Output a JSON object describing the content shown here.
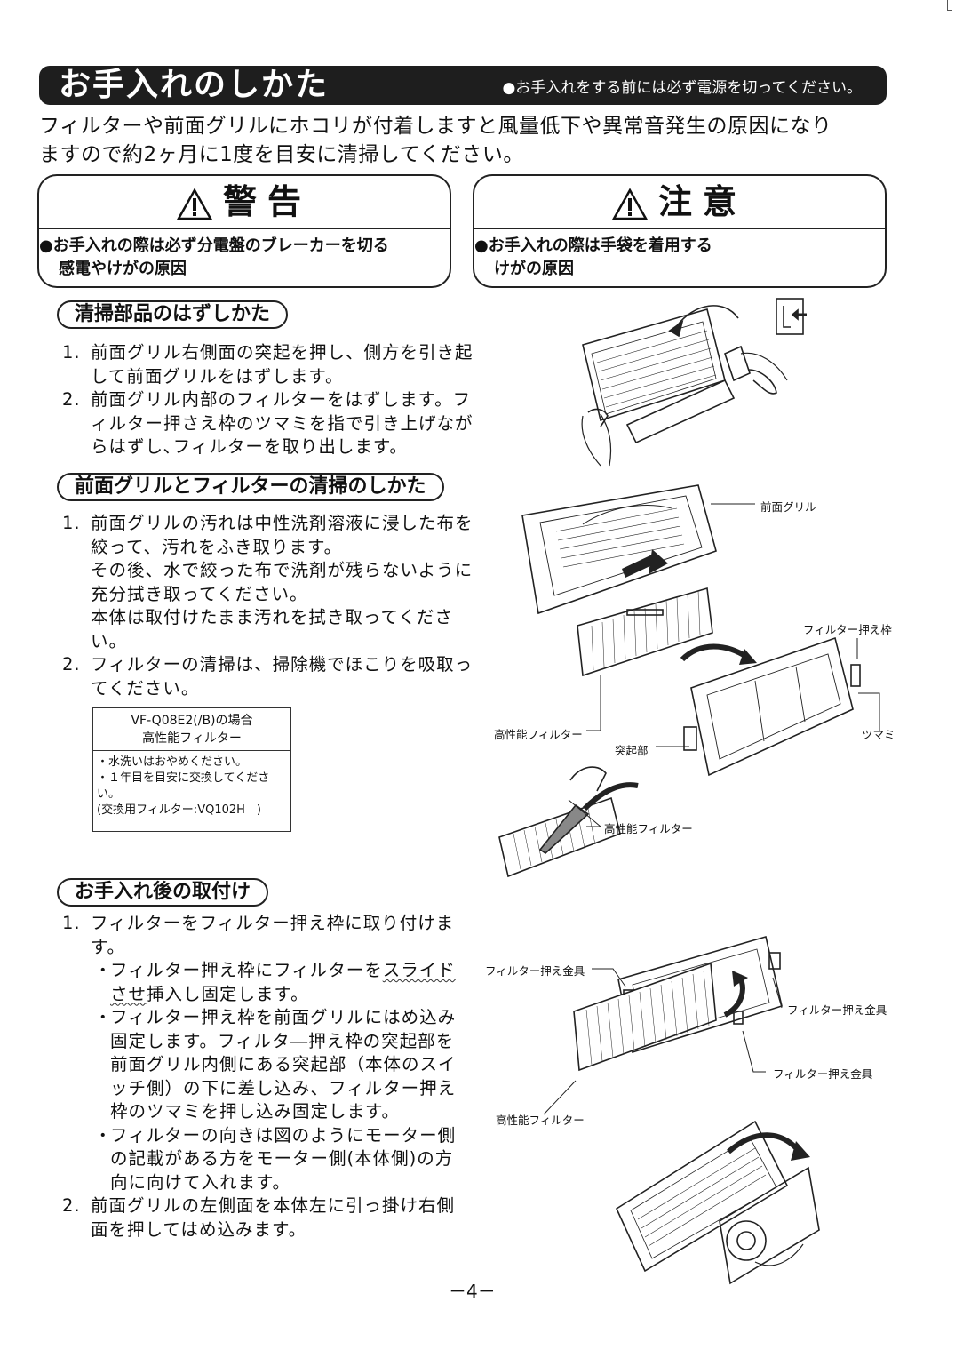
{
  "header": {
    "title": "お手入れのしかた",
    "note": "●お手入れをする前には必ず電源を切ってください。"
  },
  "intro": {
    "line1": "フィルターや前面グリルにホコリが付着しますと風量低下や異常音発生の原因になり",
    "line2": "ますので約2ヶ月に1度を目安に清掃してください。"
  },
  "warning": {
    "heading": "警告",
    "line1": "●お手入れの際は必ず分電盤のブレーカーを切る",
    "line2": "感電やけがの原因"
  },
  "caution": {
    "heading": "注意",
    "line1": "●お手入れの際は手袋を着用する",
    "line2": "けがの原因"
  },
  "removal": {
    "heading": "清掃部品のはずしかた",
    "steps": [
      {
        "num": "1.",
        "text": "前面グリル右側面の突起を押し、側方を引き起して前面グリルをはずします。"
      },
      {
        "num": "2.",
        "text": "前面グリル内部のフィルターをはずします。フィルター押さえ枠のツマミを指で引き上げながらはずし､フィルターを取り出します。"
      }
    ]
  },
  "cleaning": {
    "heading": "前面グリルとフィルターの清掃のしかた",
    "step1_num": "1.",
    "step1_lines": [
      "前面グリルの汚れは中性洗剤溶液に浸した布を絞って、汚れをふき取ります。",
      "その後、水で絞った布で洗剤が残らないように充分拭き取ってください。",
      "本体は取付けたまま汚れを拭き取ってください。"
    ],
    "step2_num": "2.",
    "step2_text": "フィルターの清掃は、掃除機でほこりを吸取ってください。"
  },
  "filter_note": {
    "head1": "VF-Q08E2(/B)の場合",
    "head2": "高性能フィルター",
    "b1": "・水洗いはおやめください。",
    "b2": "・１年目を目安に交換してください。",
    "b3": "(交換用フィルター:VQ102H　)"
  },
  "install": {
    "heading": "お手入れ後の取付け",
    "step1_num": "1.",
    "step1_text": "フィルターをフィルター押え枠に取り付けます。",
    "bullet1_pre": "フィルター押え枠にフィルターを",
    "bullet1_wavy": "スライドさせ",
    "bullet1_post": "挿入し固定します。",
    "bullet2": "フィルター押え枠を前面グリルにはめ込み固定します。フィルタ―押え枠の突起部を前面グリル内側にある突起部（本体のスイッチ側）の下に差し込み、フィルター押え枠のツマミを押し込み固定します。",
    "bullet3": "フィルターの向きは図のようにモーター側の記載がある方をモーター側(本体側)の方向に向けて入れます。",
    "step2_num": "2.",
    "step2_text": "前面グリルの左側面を本体左に引っ掛け右側面を押してはめ込みます。"
  },
  "labels": {
    "front_grille": "前面グリル",
    "filter_frame": "フィルター押え枠",
    "hp_filter_1": "高性能フィルター",
    "protrusion": "突起部",
    "knob": "ツマミ",
    "hp_filter_2": "高性能フィルター",
    "bracket_1": "フィルター押え金具",
    "bracket_2": "フィルター押え金具",
    "bracket_3": "フィルター押え金具",
    "hp_filter_3": "高性能フィルター"
  },
  "page_number": "－4－"
}
